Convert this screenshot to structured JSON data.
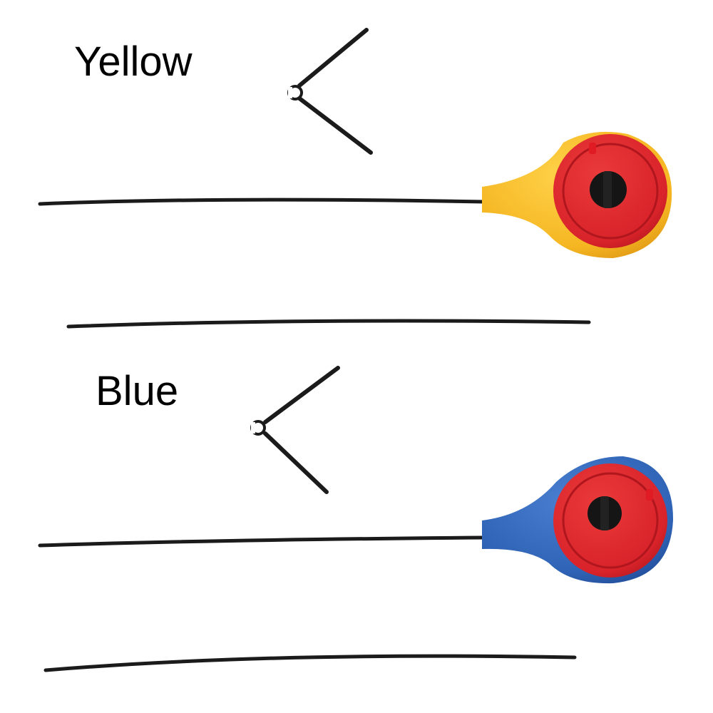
{
  "labels": {
    "yellow": "Yellow",
    "blue": "Blue"
  },
  "colors": {
    "yellow_handle": "#f5b622",
    "blue_handle": "#2f63b5",
    "reel_red": "#d8232a",
    "rod_black": "#1b1b1b",
    "background": "#ffffff"
  },
  "items": [
    {
      "name": "yellow-ice-fishing-rod",
      "color": "yellow"
    },
    {
      "name": "blue-ice-fishing-rod",
      "color": "blue"
    }
  ]
}
